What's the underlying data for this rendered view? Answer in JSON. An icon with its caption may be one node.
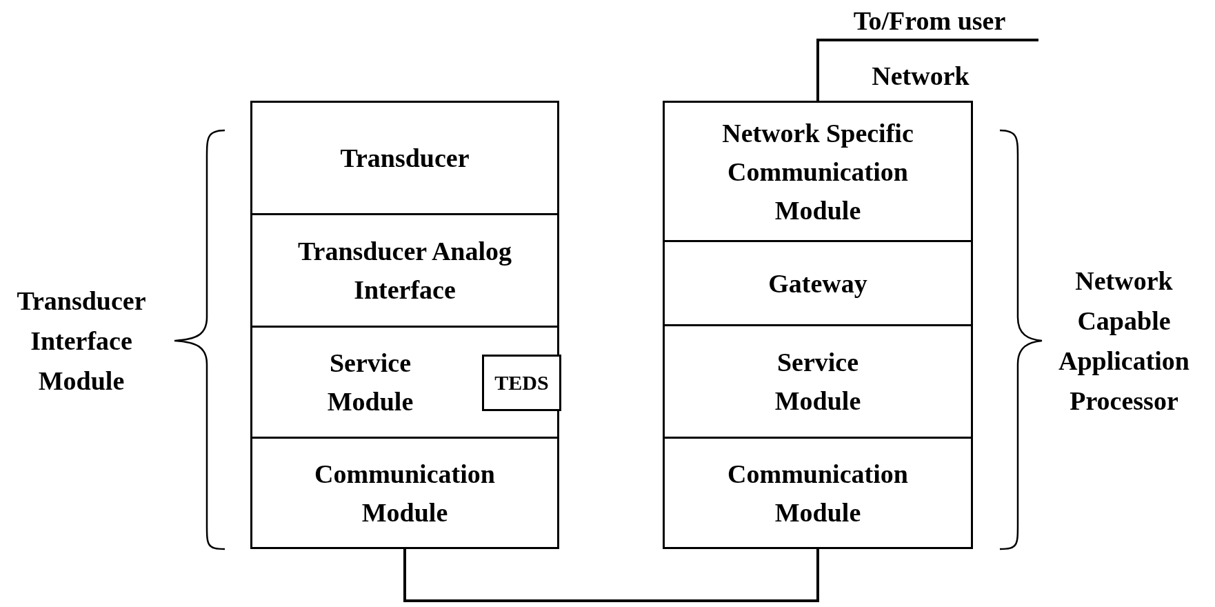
{
  "diagram": {
    "nodes": [
      {
        "text": [
          "Transducer"
        ]
      },
      {
        "text": [
          "Transducer Analog Interface"
        ]
      },
      {
        "text": [
          "Service Module"
        ]
      },
      {
        "text": [
          "TEDS"
        ],
        "in": 2
      },
      {
        "text": [
          "Communication Module"
        ]
      },
      {
        "text": [
          "Network Specific Communication Module"
        ]
      },
      {
        "text": [
          "Gateway"
        ]
      },
      {
        "text": [
          "Service Module"
        ]
      },
      {
        "text": [
          "Communication Module"
        ]
      }
    ],
    "edges": [
      {
        "from": 4,
        "to": 8,
        "arrow": "none"
      },
      {
        "from": 5,
        "to": null,
        "arrow": "none"
      }
    ],
    "labels": [
      "To/From user",
      "Network",
      "Transducer Interface Module",
      "Network Capable Application Processor"
    ]
  }
}
